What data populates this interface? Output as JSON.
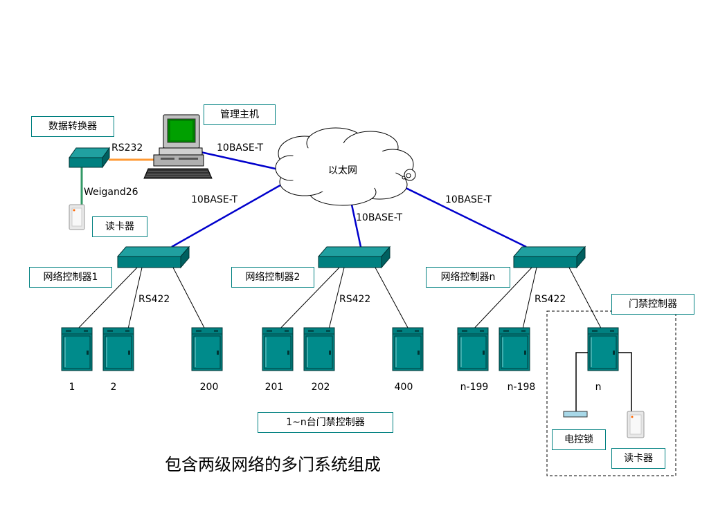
{
  "title": "包含两级网络的多门系统组成",
  "colors": {
    "teal": "#008080",
    "ethernet_line": "#0000cc",
    "rs232_line": "#ff9933",
    "weigand_line": "#339966",
    "box_border": "#008080"
  },
  "labels": {
    "data_converter": "数据转换器",
    "host": "管理主机",
    "card_reader_top": "读卡器",
    "ethernet": "以太网",
    "rs232": "RS232",
    "weigand": "Weigand26",
    "net_host": "10BASE-T",
    "net_left": "10BASE-T",
    "net_mid": "10BASE-T",
    "net_right": "10BASE-T",
    "ctrl1": "网络控制器1",
    "ctrl2": "网络控制器2",
    "ctrln": "网络控制器n",
    "rs422_1": "RS422",
    "rs422_2": "RS422",
    "rs422_n": "RS422",
    "door_controller": "门禁控制器",
    "controllers_caption": "1~n台门禁控制器",
    "electric_lock": "电控锁",
    "card_reader_bottom": "读卡器"
  },
  "door_numbers": [
    "1",
    "2",
    "200",
    "201",
    "202",
    "400",
    "n-199",
    "n-198",
    "n"
  ],
  "icons": [
    "computer-icon",
    "cloud-icon",
    "network-switch-icon",
    "cabinet-icon",
    "card-reader-icon",
    "electric-lock-icon"
  ]
}
